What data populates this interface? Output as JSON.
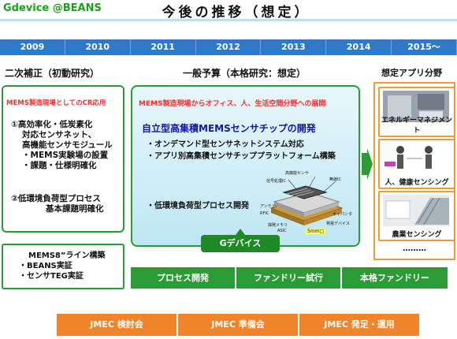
{
  "header": {
    "brand": "Gdevice @BEANS",
    "title": "今後の推移（想定）"
  },
  "years": [
    "2009",
    "2010",
    "2011",
    "2012",
    "2013",
    "2014",
    "2015〜"
  ],
  "phases": {
    "left": "二次補正（初動研究）",
    "middle": "一般予算（本格研究：想定）",
    "right": "想定アプリ分野"
  },
  "box1": {
    "red_header": "MEMS製造現場としてのCR応用",
    "item1": [
      "①高効率化・低炭素化",
      "対応センサネット、",
      "高機能センサモジュール",
      "・MEMS実験場の設置",
      "・課題・仕様明確化"
    ],
    "item2": [
      "②低環境負荷型プロセス",
      "基本課題明確化"
    ]
  },
  "box2": {
    "red_header": "MEMS製造現場からオフィス、人、生活空間分野への展開",
    "main_title": "自立型高集積MEMSセンサチップの開発",
    "bullets": [
      "・オンデマンド型センサネットシステム対応",
      "・アプリ別高集積センサチッププラットフォーム構築"
    ],
    "process": "・低環境負荷型プロセス開発",
    "chip_labels": {
      "sensor": "高機能センサ",
      "signal": "信号処理IC",
      "wireless": "無線IC",
      "antenna": "アンテナ",
      "rfic": "RFIC",
      "memory": "揮発メモリ",
      "asic": "ASIC",
      "capacitor": "キャパシタ",
      "power": "発電デバイス",
      "size": "5mm□"
    }
  },
  "g_device": "Gデバイス",
  "apps": [
    {
      "label": "エネルギーマネジメント"
    },
    {
      "label": "人、健康センシング"
    },
    {
      "label": "農業センシング"
    }
  ],
  "apps_more": "………",
  "box3": [
    "MEMS8”ライン構築",
    "・BEANS実証",
    "・センサTEG実証"
  ],
  "green_steps": [
    "プロセス開発",
    "ファンドリー試行",
    "本格ファンドリー"
  ],
  "orange_steps": [
    "JMEC 検討会",
    "JMEC 準備会",
    "JMEC 発足・運用"
  ],
  "colors": {
    "year_bar": "#2f79c9",
    "green": "#2a9b35",
    "orange": "#f0842a",
    "red_text": "#ff2a2a",
    "blue_text": "#1515a8"
  }
}
